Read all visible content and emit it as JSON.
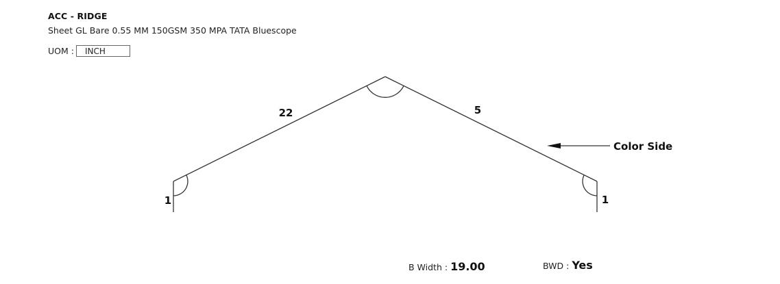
{
  "header": {
    "title": "ACC - RIDGE",
    "subtitle": "Sheet GL Bare 0.55 MM 150GSM 350 MPA TATA Bluescope",
    "uom_label": "UOM :",
    "uom_value": "INCH"
  },
  "diagram": {
    "segments": {
      "left_flange": "1",
      "left_slope": "22",
      "right_slope": "5",
      "right_flange": "1"
    },
    "color_side_label": "Color Side"
  },
  "footer": {
    "b_width_label": "B Width :",
    "b_width_value": "19.00",
    "bwd_label": "BWD :",
    "bwd_value": "Yes"
  }
}
